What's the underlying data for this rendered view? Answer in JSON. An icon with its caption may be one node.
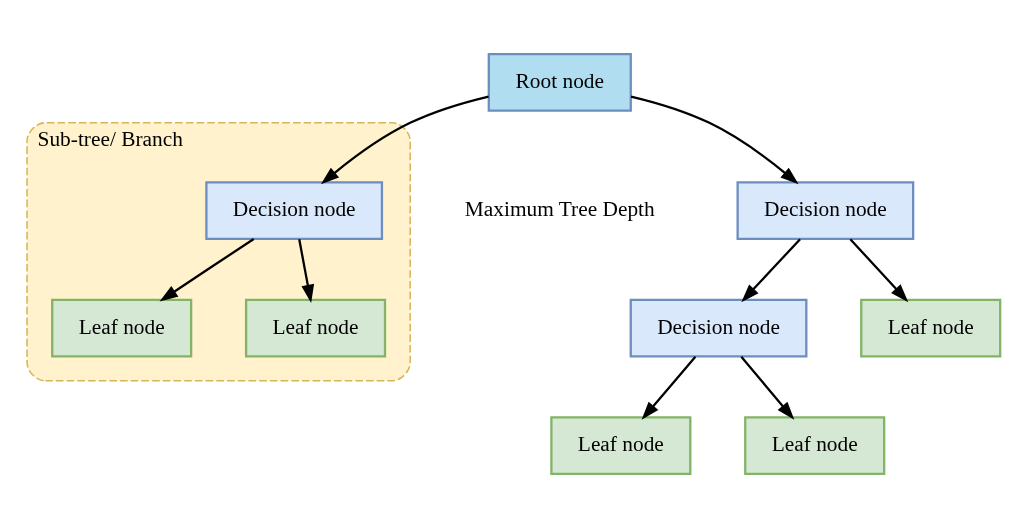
{
  "diagram": {
    "nodes": [
      {
        "text": [
          "Root node"
        ]
      },
      {
        "text": [
          "Decision node"
        ]
      },
      {
        "text": [
          "Sub-tree/ Branch"
        ]
      },
      {
        "text": [
          "Decision node"
        ],
        "in": 2
      },
      {
        "text": [
          "Decision node"
        ]
      },
      {
        "text": [
          "Leaf node"
        ]
      },
      {
        "text": [
          "Leaf node"
        ],
        "in": 2
      },
      {
        "text": [
          "Leaf node"
        ],
        "in": 2
      },
      {
        "text": [
          "Leaf node"
        ]
      },
      {
        "text": [
          "Leaf node"
        ]
      }
    ],
    "edges": [
      {
        "from": 0,
        "to": 1,
        "arrow": "to"
      },
      {
        "from": 0,
        "to": 3,
        "arrow": "to"
      },
      {
        "from": 1,
        "to": 4,
        "arrow": "to"
      },
      {
        "from": 1,
        "to": 5,
        "arrow": "to"
      },
      {
        "from": 3,
        "to": 6,
        "arrow": "to"
      },
      {
        "from": 3,
        "to": 7,
        "arrow": "to"
      },
      {
        "from": 4,
        "to": 8,
        "arrow": "to"
      },
      {
        "from": 4,
        "to": 9,
        "arrow": "to"
      }
    ],
    "labels": [
      "Maximum Tree Depth"
    ]
  }
}
